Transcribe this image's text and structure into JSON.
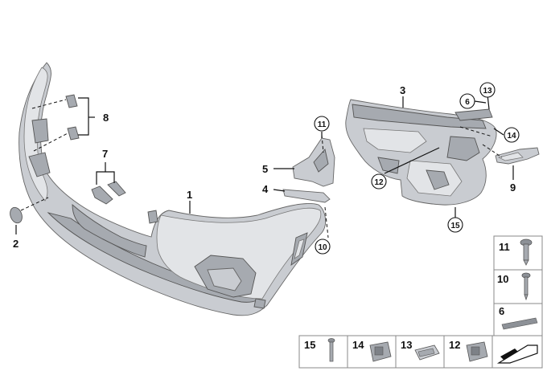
{
  "callouts": {
    "c1": "1",
    "c2": "2",
    "c3": "3",
    "c4": "4",
    "c5": "5",
    "c6": "6",
    "c7": "7",
    "c8": "8",
    "c9": "9",
    "c10": "10",
    "c11": "11",
    "c12": "12",
    "c13": "13",
    "c14": "14",
    "c15": "15"
  },
  "legend": {
    "side": [
      {
        "label": "11"
      },
      {
        "label": "10"
      },
      {
        "label": "6"
      }
    ],
    "bottom": [
      {
        "label": "15"
      },
      {
        "label": "14"
      },
      {
        "label": "13"
      },
      {
        "label": "12"
      }
    ]
  }
}
